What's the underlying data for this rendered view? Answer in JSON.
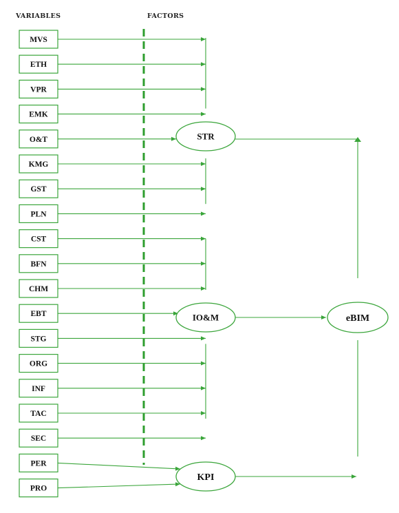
{
  "headers": {
    "variables": "VARIABLES",
    "factors": "FACTORS"
  },
  "variables": [
    "MVS",
    "ETH",
    "VPR",
    "EMK",
    "O&T",
    "KMG",
    "GST",
    "PLN",
    "CST",
    "BFN",
    "CHM",
    "EBT",
    "STG",
    "ORG",
    "INF",
    "TAC",
    "SEC",
    "PER",
    "PRO"
  ],
  "factors": {
    "str": "STR",
    "iom": "IO&M",
    "kpi": "KPI"
  },
  "outcome": "eBIM",
  "colors": {
    "line": "#3aa53a",
    "box": "#3aa53a",
    "dash": "#2e9e2e",
    "text": "#111111"
  }
}
